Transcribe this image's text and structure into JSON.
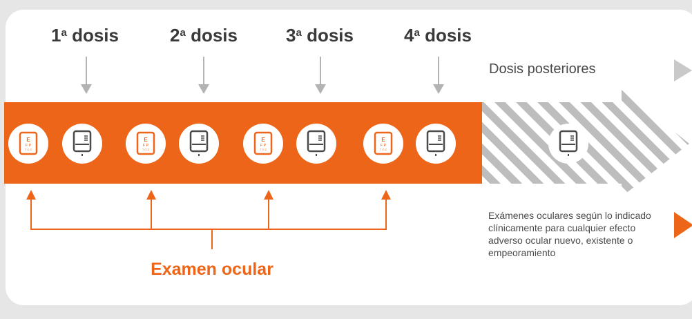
{
  "doses": [
    {
      "number": "1",
      "ordinal": "a",
      "word": "dosis"
    },
    {
      "number": "2",
      "ordinal": "a",
      "word": "dosis"
    },
    {
      "number": "3",
      "ordinal": "a",
      "word": "dosis"
    },
    {
      "number": "4",
      "ordinal": "a",
      "word": "dosis"
    }
  ],
  "later_doses_label": "Dosis posteriores",
  "eye_chart_letters": {
    "row1": "E",
    "row2": "F P",
    "row3": "T O Z"
  },
  "clinical_note": "Exámenes oculares según lo indicado clínicamente para cualquier efecto adverso ocular nuevo, existente o empeoramiento",
  "exam_label": "Examen ocular",
  "icons": {
    "eye_exam": "eye-chart-icon",
    "infusion": "infusion-pump-icon",
    "down_arrow": "down-arrow-icon",
    "up_arrow": "up-arrow-icon"
  },
  "colors": {
    "accent": "#ec6518",
    "grey": "#b3b3b3",
    "text": "#3a3a3a"
  }
}
